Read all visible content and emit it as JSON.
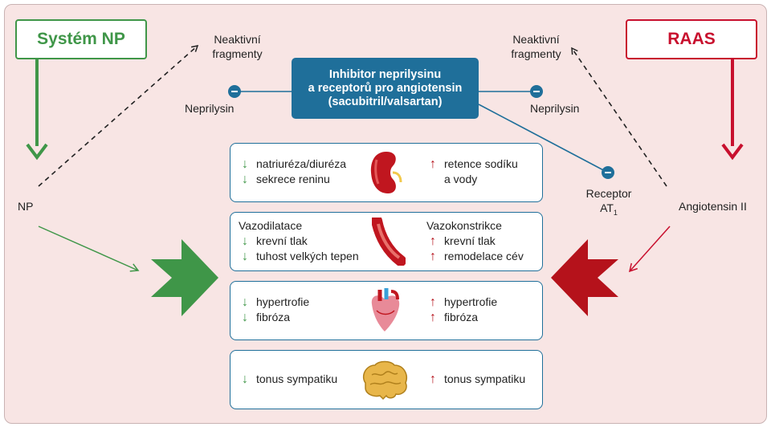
{
  "systems": {
    "np_title": "Systém NP",
    "raas_title": "RAAS"
  },
  "inhibitor": {
    "line1": "Inhibitor neprilysinu",
    "line2": "a receptorů pro angiotensin",
    "line3": "(sacubitril/valsartan)"
  },
  "labels": {
    "inactive_left_1": "Neaktivní",
    "inactive_left_2": "fragmenty",
    "inactive_right_1": "Neaktivní",
    "inactive_right_2": "fragmenty",
    "neprilysin_left": "Neprilysin",
    "neprilysin_right": "Neprilysin",
    "np": "NP",
    "angiotensin": "Angiotensin II",
    "receptor": "Receptor",
    "receptor_sub_main": "AT",
    "receptor_sub_index": "1"
  },
  "panels": {
    "kidney": {
      "left": [
        "natriuréza/diuréza",
        "sekrece reninu"
      ],
      "right": [
        "retence sodíku",
        "a vody"
      ]
    },
    "vessel": {
      "left_title": "Vazodilatace",
      "left": [
        "krevní tlak",
        "tuhost velkých tepen"
      ],
      "right_title": "Vazokonstrikce",
      "right": [
        "krevní tlak",
        "remodelace cév"
      ]
    },
    "heart": {
      "left": [
        "hypertrofie",
        "fibróza"
      ],
      "right": [
        "hypertrofie",
        "fibróza"
      ]
    },
    "brain": {
      "left": [
        "tonus sympatiku"
      ],
      "right": [
        "tonus sympatiku"
      ]
    }
  },
  "icons": {
    "down_arrow": "↓",
    "up_arrow": "↑",
    "minus": "−",
    "kidney": "kidney-icon",
    "vessel": "blood-vessel-icon",
    "heart": "heart-icon",
    "brain": "brain-icon"
  },
  "colors": {
    "np_green": "#3f9648",
    "raas_red": "#c8102e",
    "inhibitor_blue": "#1f6f9a",
    "background": "#f8e5e4"
  }
}
